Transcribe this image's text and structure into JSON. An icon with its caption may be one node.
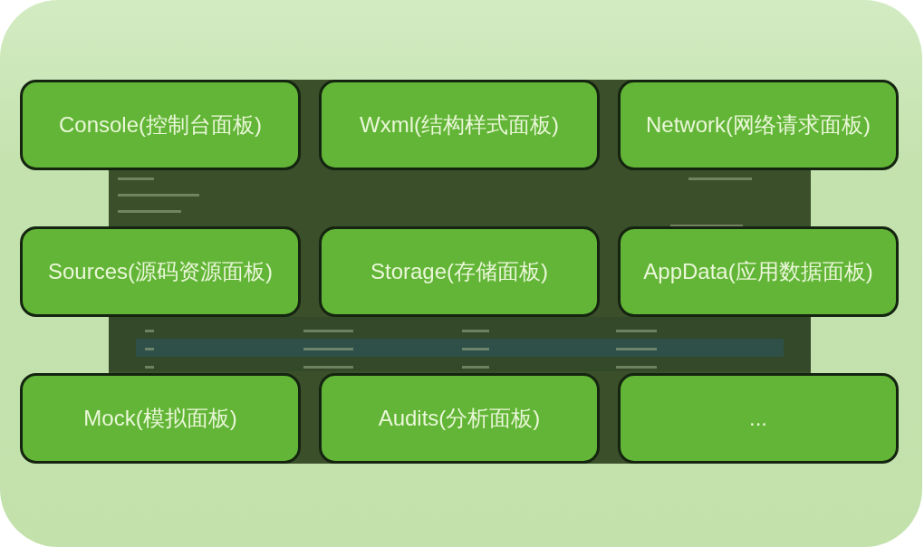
{
  "diagram": {
    "nodes": [
      {
        "text": [
          "Console(控制台面板)"
        ]
      },
      {
        "text": [
          "Wxml(结构样式面板)"
        ]
      },
      {
        "text": [
          "Network(网络请求面板)"
        ]
      },
      {
        "text": [
          "Sources(源码资源面板)"
        ]
      },
      {
        "text": [
          "Storage(存储面板)"
        ]
      },
      {
        "text": [
          "AppData(应用数据面板)"
        ]
      },
      {
        "text": [
          "Mock(模拟面板)"
        ]
      },
      {
        "text": [
          "Audits(分析面板)"
        ]
      },
      {
        "text": [
          "..."
        ]
      }
    ],
    "edges": []
  }
}
